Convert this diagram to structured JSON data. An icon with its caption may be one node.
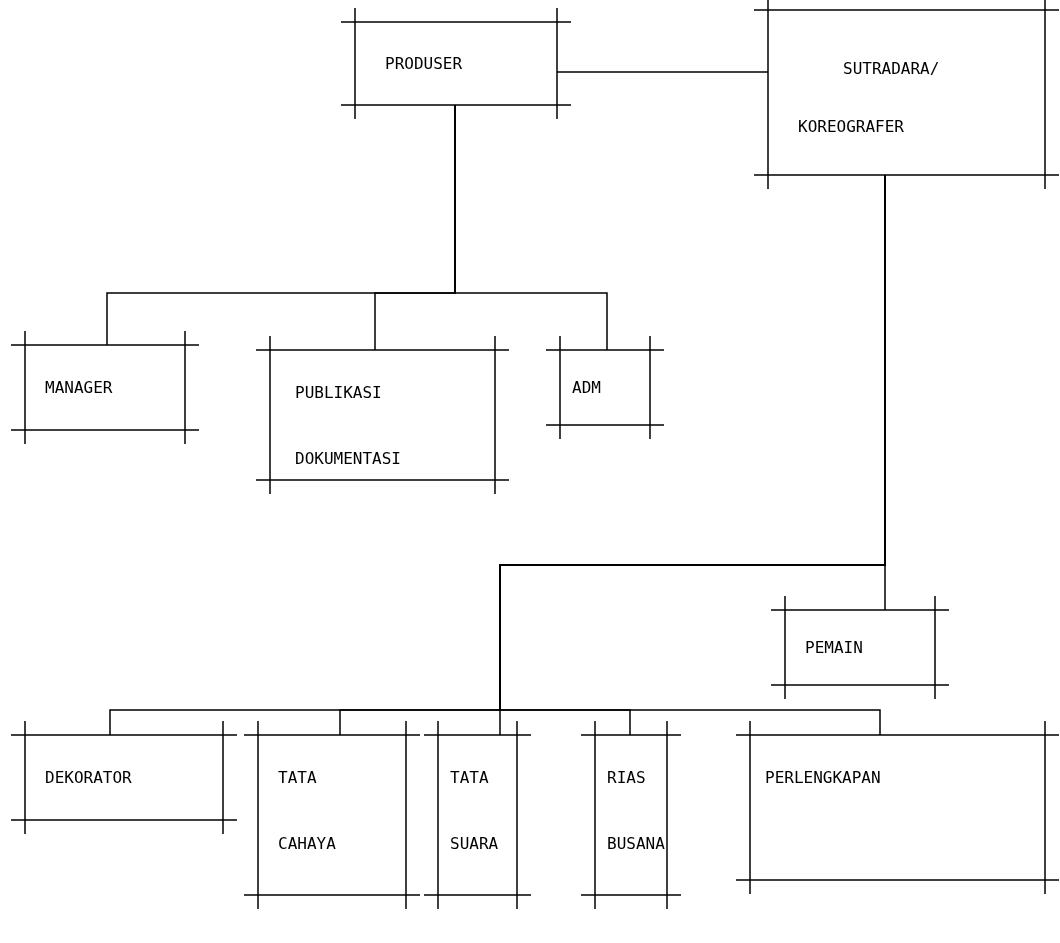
{
  "diagram": {
    "nodes": [
      {
        "text": [
          "PRODUSER"
        ]
      },
      {
        "text": [
          "SUTRADARA/ KOREOGRAFER"
        ]
      },
      {
        "text": [
          "MANAGER"
        ]
      },
      {
        "text": [
          "PUBLIKASI DOKUMENTASI"
        ]
      },
      {
        "text": [
          "ADM"
        ]
      },
      {
        "text": [
          "PEMAIN"
        ]
      },
      {
        "text": [
          "DEKORATOR"
        ]
      },
      {
        "text": [
          "TATA CAHAYA"
        ]
      },
      {
        "text": [
          "TATA SUARA"
        ]
      },
      {
        "text": [
          "RIAS BUSANA"
        ]
      },
      {
        "text": [
          "PERLENGKAPAN"
        ]
      }
    ],
    "edges": [
      {
        "from": 0,
        "to": 1,
        "arrow": "none"
      },
      {
        "from": 0,
        "to": 2,
        "arrow": "none"
      },
      {
        "from": 0,
        "to": 3,
        "arrow": "none"
      },
      {
        "from": 0,
        "to": 4,
        "arrow": "none"
      },
      {
        "from": 1,
        "to": 5,
        "arrow": "none"
      },
      {
        "from": 1,
        "to": 6,
        "arrow": "none"
      },
      {
        "from": 1,
        "to": 7,
        "arrow": "none"
      },
      {
        "from": 1,
        "to": 8,
        "arrow": "none"
      },
      {
        "from": 1,
        "to": 9,
        "arrow": "none"
      },
      {
        "from": 1,
        "to": 10,
        "arrow": "none"
      }
    ]
  }
}
